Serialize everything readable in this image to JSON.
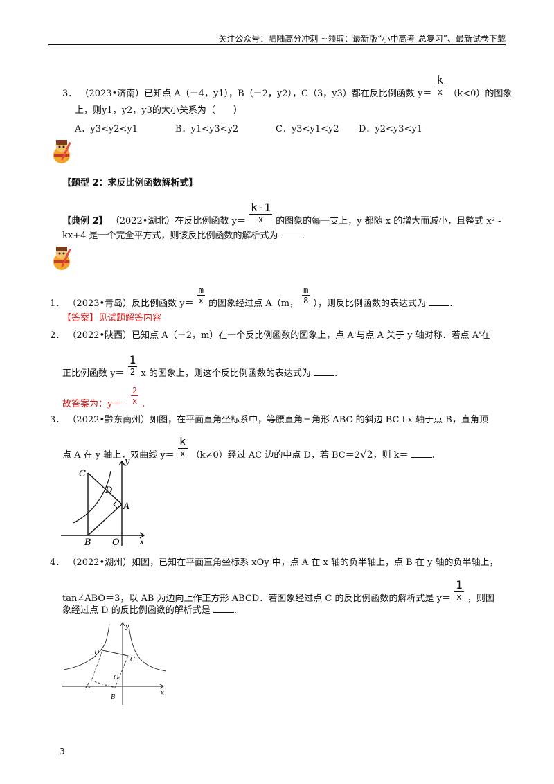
{
  "header": {
    "text": "关注公众号：陆陆高分冲刺 ~领取：最新版“小中高考-总复习”、最新试卷下载"
  },
  "q3_top": {
    "num": "3．",
    "text_a": "（2023•济南）已知点",
    "text_b": "A（－4，y1），B（－2，y2），C（3，y3）都在反比例函数",
    "y_eq": "y＝",
    "frac_num": "k",
    "frac_den": "x",
    "text_c": "（k<0）的图象",
    "line2": "上，则y1，y2，y3的大小关系为（　　）",
    "options": [
      {
        "label": "A．",
        "text": "y3<y2<y1"
      },
      {
        "label": "B．",
        "text": "y1<y3<y2"
      },
      {
        "label": "C．",
        "text": "y3<y1<y2"
      },
      {
        "label": "D．",
        "text": "y2<y3<y1"
      }
    ]
  },
  "section2": {
    "title": "【题型 2：求反比例函数解析式】"
  },
  "example2": {
    "label": "【典例 2】",
    "text_a": "（2022•湖北）在反比例函数 y＝",
    "frac_num": "k-1",
    "frac_den": "x",
    "text_b": "的图象的每一支上，y 都随 x 的增大而减小，且整式 x² -",
    "line2": "kx+4 是一个完全平方式，则该反比例函数的解析式为"
  },
  "p1": {
    "num": "1．",
    "text_a": "（2023•青岛）反比例函数 y＝",
    "frac1_num": "m",
    "frac1_den": "x",
    "text_b": "的图象经过点 A（m，",
    "frac2_num": "m",
    "frac2_den": "8",
    "text_c": "），则反比例函数的表达式为",
    "answer": "【答案】见试题解答内容"
  },
  "p2": {
    "num": "2．",
    "text_a": "（2022•陕西）已知点 A（－2，m）在一个反比例函数的图象上，点 A'与点 A 关于 y 轴对称．若点 A'在",
    "line2_a": "正比例函数 y＝",
    "frac_num": "1",
    "frac_den": "2",
    "line2_b": "x 的图象上，则这个反比例函数的表达式为",
    "answer_a": "故答案为：y＝ -",
    "answer_frac_num": "2",
    "answer_frac_den": "x",
    "answer_b": "."
  },
  "p3": {
    "num": "3．",
    "text_a": "（2022•黔东南州）如图，在平面直角坐标系中，等腰直角三角形 ABC 的斜边 BC⊥x 轴于点 B，直角顶",
    "line2_a": "点 A 在 y 轴上，双曲线 y＝",
    "frac_num": "k",
    "frac_den": "x",
    "line2_b": "（k≠0）经过 AC 边的中点 D，若 BC＝2",
    "sqrt_val": "2",
    "line2_c": "，则 k＝",
    "fig_labels": {
      "C": "C",
      "D": "D",
      "A": "A",
      "B": "B",
      "O": "O",
      "x": "x",
      "y": "y"
    }
  },
  "p4": {
    "num": "4．",
    "text_a": "（2022•湖州）如图，已知在平面直角坐标系 xOy 中，点 A 在 x 轴的负半轴上，点 B 在 y 轴的负半轴上，",
    "line2_a": "tan∠ABO＝3，以 AB 为边向上作正方形 ABCD．若图象经过点 C 的反比例函数的解析式是 y＝",
    "frac_num": "1",
    "frac_den": "x",
    "line2_b": "，则图",
    "line3": "象经过点 D 的反比例函数的解析式是",
    "fig_labels": {
      "D": "D",
      "C": "C",
      "O": "O",
      "A": "A",
      "B": "B",
      "x": "x",
      "y": "y"
    }
  },
  "page": {
    "number": "3"
  }
}
